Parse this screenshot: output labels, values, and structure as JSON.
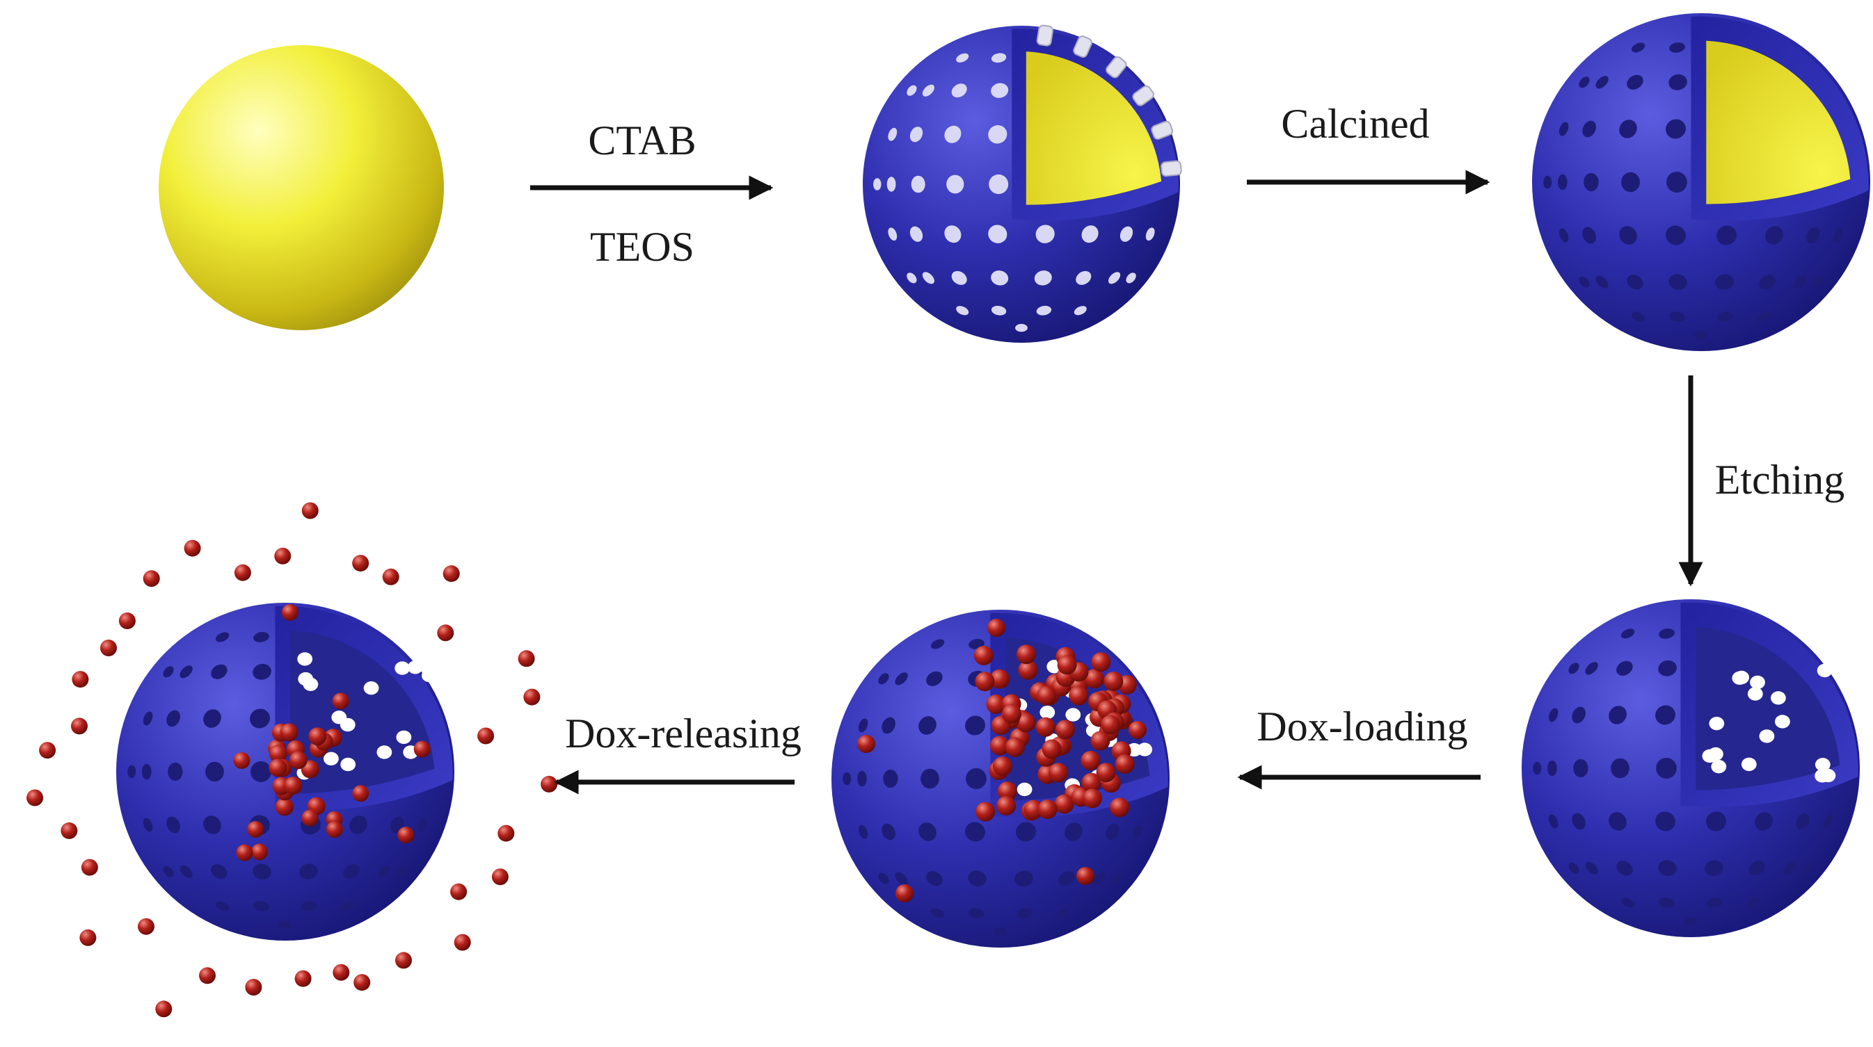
{
  "steps": {
    "ctab": "CTAB",
    "teos": "TEOS",
    "calcined": "Calcined",
    "etching": "Etching",
    "dox_loading": "Dox-loading",
    "dox_releasing": "Dox-releasing"
  },
  "colors": {
    "core": "#f2ef3a",
    "shell": "#2f2fb0",
    "pore_template": "#d8d8f4",
    "drug": "#b3201a",
    "arrow": "#111111",
    "background": "#ffffff"
  },
  "stages": [
    {
      "id": "core",
      "shell": false,
      "core": true,
      "pores": "none",
      "drug": "none"
    },
    {
      "id": "templated-shell",
      "shell": true,
      "core": true,
      "pores": "filled",
      "drug": "none"
    },
    {
      "id": "calcined-shell",
      "shell": true,
      "core": true,
      "pores": "open",
      "drug": "none"
    },
    {
      "id": "hollow-sphere",
      "shell": true,
      "core": false,
      "pores": "open",
      "drug": "none"
    },
    {
      "id": "loaded-sphere",
      "shell": true,
      "core": false,
      "pores": "open",
      "drug": "inside"
    },
    {
      "id": "releasing-sphere",
      "shell": true,
      "core": false,
      "pores": "open",
      "drug": "released"
    }
  ]
}
